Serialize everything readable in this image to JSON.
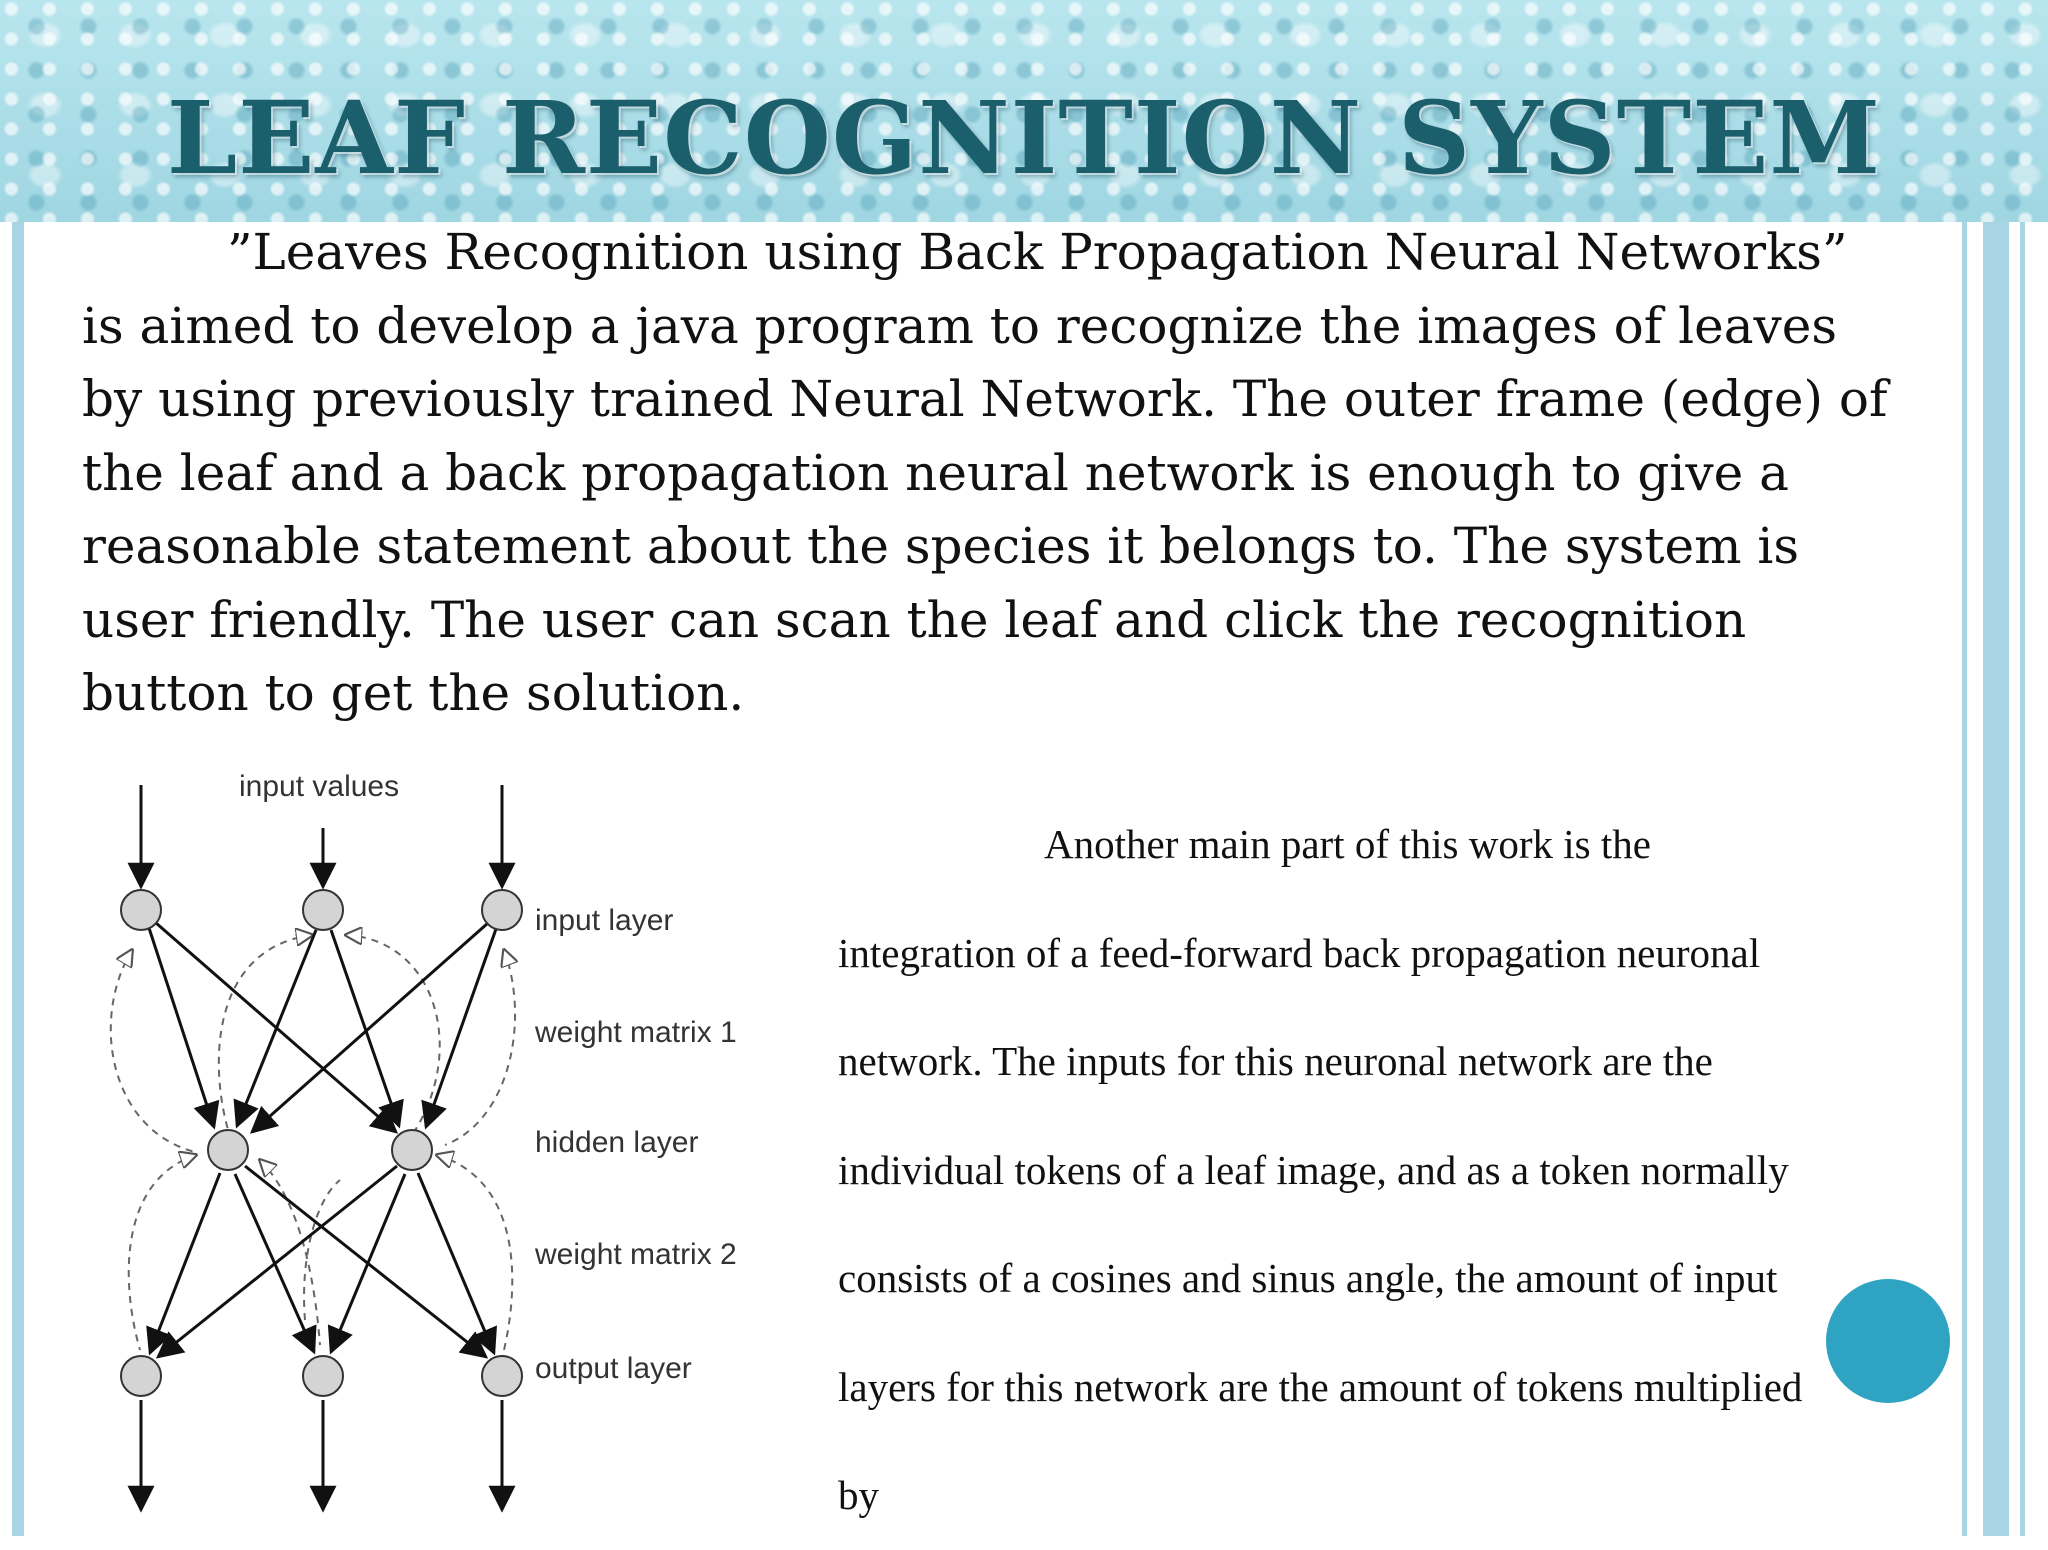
{
  "slide": {
    "title": "LEAF RECOGNITION SYSTEM",
    "paragraph1": "”Leaves Recognition using Back Propagation Neural Networks” is aimed to develop a java program to recognize the images of leaves by using previously trained Neural Network. The outer frame (edge) of the leaf and a back propagation neural network is enough to give a reasonable statement about the species it belongs to. The system is user friendly. The user can scan the leaf and click the recognition button to get the solution.",
    "paragraph2": "Another main part of this work is the integration of a feed-forward back propagation neuronal network. The inputs for this neuronal network are the individual tokens of a leaf image, and as a token normally consists of a cosines and sinus angle, the amount of input layers for this network are the amount of tokens multiplied by"
  },
  "diagram": {
    "input_values_label": "input values",
    "layer_labels": {
      "input_layer": "input layer",
      "weight_matrix_1": "weight matrix 1",
      "hidden_layer": "hidden layer",
      "weight_matrix_2": "weight matrix 2",
      "output_layer": "output layer"
    },
    "structure": {
      "input_nodes": 3,
      "hidden_nodes": 2,
      "output_nodes": 3
    }
  },
  "colors": {
    "title": "#1b5e6c",
    "banner": "#a6dde8",
    "side_bars": "#a8d4e4",
    "accent_dot": "#2ea3c2",
    "body_text": "#111111"
  }
}
